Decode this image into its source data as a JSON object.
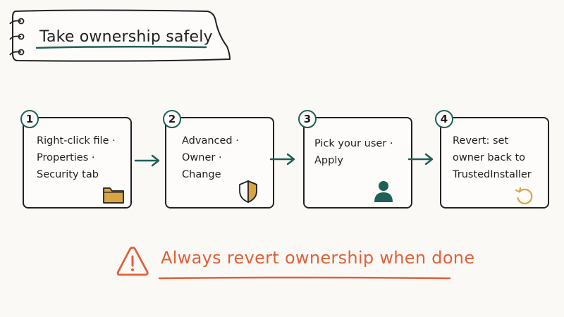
{
  "title": "Take ownership safely",
  "steps": [
    {
      "number": "1",
      "lines": [
        "Right-click file ·",
        "Properties ·",
        "Security tab"
      ],
      "icon": "folder-icon"
    },
    {
      "number": "2",
      "lines": [
        "Advanced ·",
        "Owner ·",
        "Change"
      ],
      "icon": "shield-icon"
    },
    {
      "number": "3",
      "lines": [
        "Pick your user ·",
        "Apply"
      ],
      "icon": "user-icon"
    },
    {
      "number": "4",
      "lines": [
        "Revert: set",
        "owner back to",
        "TrustedInstaller"
      ],
      "icon": "revert-icon"
    }
  ],
  "warning": {
    "text": "Always revert ownership when done",
    "icon": "warning-icon"
  },
  "colors": {
    "teal": "#1f5f57",
    "orange": "#e0603a",
    "gold": "#d9a441",
    "ink": "#222222"
  }
}
